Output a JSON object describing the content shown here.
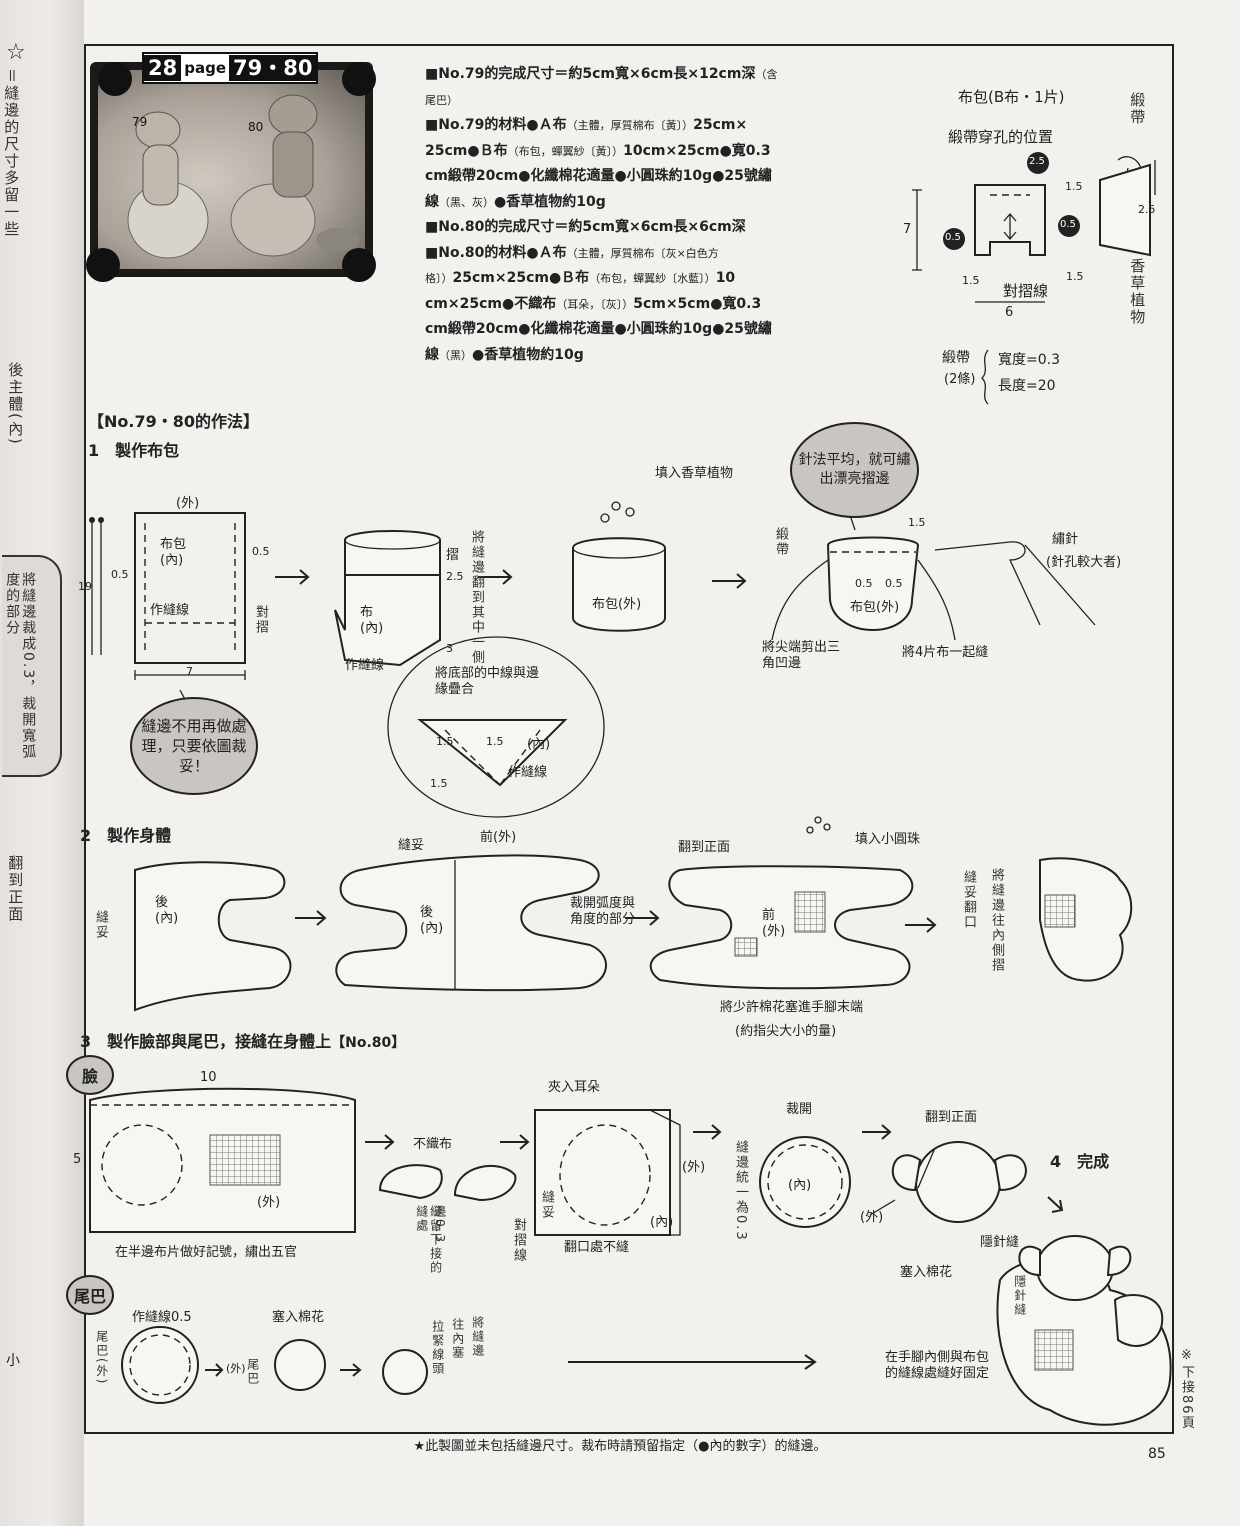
{
  "badge": {
    "num_left": "28",
    "word": "page",
    "num_right": "79・80"
  },
  "photo": {
    "label_79": "79",
    "label_80": "80"
  },
  "margin": {
    "top_vertical": "＝縫邊的尺寸多留一些",
    "side_vertical": "後主體(內)",
    "tab_vertical": "將縫邊裁成0.3，裁開寬弧度的部分",
    "lower_vertical": "翻到正面",
    "bottom_fragment": "小"
  },
  "materials": {
    "l1": "■No.79的完成尺寸＝約5cm寬×6cm長×12cm深",
    "l1_small": "（含",
    "l2_small": "尾巴）",
    "l3": "■No.79的材料●Ａ布",
    "l3_small": "（主體，厚質棉布〔黃〕）",
    "l3_b": "25cm×",
    "l4": "25cm●Ｂ布",
    "l4_small": "（布包，蟬翼紗〔黃〕）",
    "l4_b": "10cm×25cm●寬0.3",
    "l5": "cm緞帶20cm●化纖棉花適量●小圓珠約10g●25號繡",
    "l6": "線",
    "l6_small": "（黑、灰）",
    "l6_b": "●香草植物約10g",
    "l7": "■No.80的完成尺寸＝約5cm寬×6cm長×6cm深",
    "l8": "■No.80的材料●Ａ布",
    "l8_small": "（主體，厚質棉布〔灰×白色方",
    "l9_small": "格〕）",
    "l9": "25cm×25cm●Ｂ布",
    "l9_small2": "（布包，蟬翼紗〔水藍〕）",
    "l9_b": "10",
    "l10": "cm×25cm●不織布",
    "l10_small": "（耳朵，〔灰〕）",
    "l10_b": "5cm×5cm●寬0.3",
    "l11": "cm緞帶20cm●化纖棉花適量●小圓珠約10g●25號繡",
    "l12": "線",
    "l12_small": "（黑）",
    "l12_b": "●香草植物約10g"
  },
  "pattern": {
    "title": "布包(B布・1片)",
    "hole_label": "緞帶穿孔的位置",
    "n25": "2.5",
    "n05a": "0.5",
    "n05b": "0.5",
    "n15a": "1.5",
    "n15b": "1.5",
    "n15c": "1.5",
    "n25b": "2.5",
    "fold": "對摺線",
    "h7": "7",
    "w6": "6",
    "ribbon_v": "緞帶",
    "herb_v": "香草植物",
    "ribbon_label": "緞帶",
    "ribbon_count": "(2條)",
    "width": "寬度=0.3",
    "length": "長度=20"
  },
  "how": {
    "title": "【No.79・80的作法】"
  },
  "step1": {
    "title": "1　製作布包",
    "outside": "(外)",
    "bag_in": "布包(內)",
    "d05": "0.5",
    "d05b": "0.5",
    "d19": "19",
    "d7": "7",
    "sew": "作縫線",
    "fold_v": "對摺",
    "bubble": "縫邊不用再做處理，只要依圖裁妥！",
    "fold_seam_v": "將縫邊翻到其中一側",
    "pleat": "摺",
    "d25": "2.5",
    "bag_in2": "布(內)",
    "sew2": "作縫線",
    "d3": "3",
    "circle_note": "將底部的中線與邊緣疊合",
    "c15a": "1.5",
    "c15b": "1.5",
    "c15c": "1.5",
    "c_in": "(內)",
    "c_sew": "作縫線",
    "herb": "填入香草植物",
    "bag_out": "布包(外)",
    "bubble2": "針法平均，就可繡出漂亮摺邊",
    "d15": "1.5",
    "ribbon_v": "緞帶",
    "d05c": "0.5",
    "d05d": "0.5",
    "bag_out2": "布包(外)",
    "corner": "將尖端剪出三角凹邊",
    "four": "將4片布一起縫",
    "needle": "繡針",
    "needle2": "(針孔較大者)"
  },
  "step2": {
    "title": "2　製作身體",
    "back": "後(內)",
    "seam_v": "縫妥",
    "seam_top": "縫妥",
    "front_out": "前(外)",
    "back2": "後(內)",
    "cut": "裁開弧度與角度的部分",
    "turn": "翻到正面",
    "beads": "填入小圓珠",
    "front": "前(外)",
    "cotton": "將少許棉花塞進手腳末端",
    "cotton2": "(約指尖大小的量)",
    "sew_v": "縫妥翻口",
    "fold_in_v": "將縫邊往內側摺"
  },
  "step3": {
    "title": "3　製作臉部與尾巴，接縫在身體上",
    "title_no": "【No.80】",
    "face": "臉",
    "w10": "10",
    "h5": "5",
    "out": "(外)",
    "mark": "在半邊布片做好記號，繡出五官",
    "felt": "不織布",
    "ear_seam_v": "縫留下接的縫處",
    "ear_note_v": "邊0.3",
    "ears": "夾入耳朵",
    "out2": "(外)",
    "in2": "(內)",
    "seam_v": "縫妥",
    "fold_v": "對摺線",
    "no_sew": "翻口處不縫",
    "cut": "裁開",
    "edge_v": "縫邊統一為0.3",
    "in3": "(內)",
    "out3": "(外)",
    "turn": "翻到正面",
    "hidden": "隱針縫",
    "stuff": "塞入棉花",
    "tail": "尾巴",
    "tail_sew": "作縫線0.5",
    "tail_v": "尾巴(外)",
    "stuff2": "塞入棉花",
    "tail_out": "(外)",
    "tail2": "尾巴",
    "pull_v": "拉緊線頭",
    "inward_v": "往內塞",
    "seam_edge_v": "將縫邊"
  },
  "step4": {
    "title": "4　完成",
    "hidden_v": "隱針縫",
    "note": "在手腳內側與布包的縫線處縫好固定"
  },
  "continue_v": "※下接86頁",
  "footer": "★此製圖並未包括縫邊尺寸。裁布時請預留指定（●內的數字）的縫邊。",
  "page_number": "85"
}
